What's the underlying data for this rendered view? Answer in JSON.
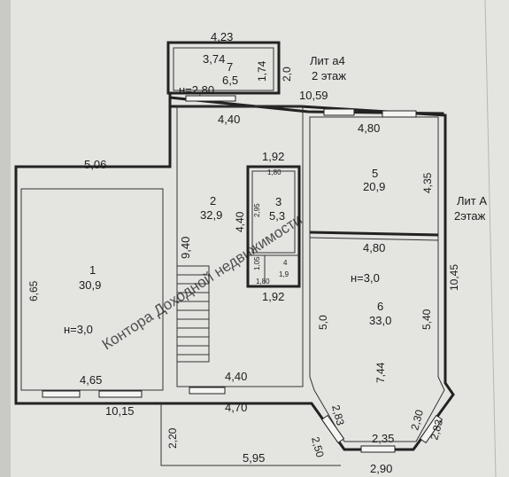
{
  "labels": {
    "d_4_23": "4,23",
    "d_3_74": "3,74",
    "d_1_74": "1,74",
    "d_2_0": "2,0",
    "r7_num": "7",
    "r7_area": "6,5",
    "h_280": "н=2,80",
    "lit_a4_l1": "Лит а4",
    "lit_a4_l2": "2 этаж",
    "d_10_59": "10,59",
    "d_4_40_top": "4,40",
    "d_4_80_top": "4,80",
    "d_1_92_top": "1,92",
    "d_1_80_top": "1,80",
    "d_5_06": "5,06",
    "r2_num": "2",
    "r2_area": "32,9",
    "d_4_40_vert": "4,40",
    "d_2_95": "2,95",
    "r3_num": "3",
    "r3_area": "5,3",
    "r5_num": "5",
    "r5_area": "20,9",
    "d_4_35": "4,35",
    "lit_a_l1": "Лит А",
    "lit_a_l2": "2этаж",
    "d_6_65": "6,65",
    "r1_num": "1",
    "r1_area": "30,9",
    "d_9_40": "9,40",
    "d_4_80_mid": "4,80",
    "d_1_05": "1,05",
    "r4_num": "4",
    "r4_area": "1,9",
    "d_1_80_bot": "1,80",
    "d_1_92_bot": "1,92",
    "h_30_right": "н=3,0",
    "d_10_45": "10,45",
    "h_30_left": "н=3,0",
    "d_5_0": "5,0",
    "r6_num": "6",
    "r6_area": "33,0",
    "d_5_40": "5,40",
    "d_7_44": "7,44",
    "d_4_65": "4,65",
    "d_4_40_bot": "4,40",
    "d_10_15": "10,15",
    "d_4_70": "4,70",
    "d_2_50": "2,50",
    "d_2_83_l": "2,83",
    "d_2_30": "2,30",
    "d_2_83_r": "2,83",
    "d_2_20": "2,20",
    "d_2_35": "2,35",
    "d_5_95": "5,95",
    "d_2_90": "2,90"
  },
  "watermark": "Контора Доходной недвижимости"
}
